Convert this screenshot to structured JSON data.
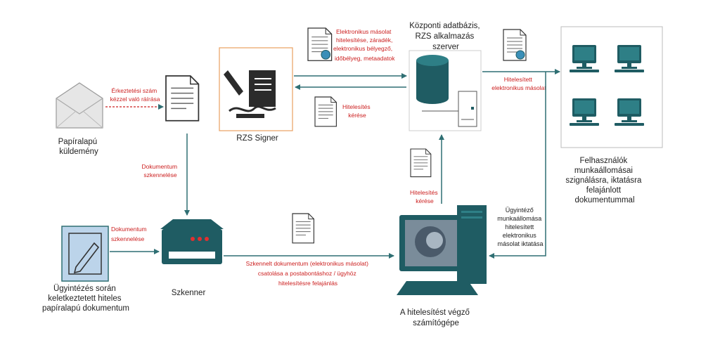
{
  "labels": {
    "paper_mail": [
      "Papíralapú",
      "küldemény"
    ],
    "rzs_signer": "RZS Signer",
    "central_db": [
      "Központi adatbázis,",
      "RZS alkalmazás",
      "szerver"
    ],
    "workstations": [
      "Felhasználók",
      "munkaállomásai",
      "szignálásra, iktatásra",
      "felajánlott",
      "dokumentummal"
    ],
    "paper_doc": [
      "Ügyintézés során",
      "keletkeztetett hiteles",
      "papíralapú dokumentum"
    ],
    "scanner": "Szkenner",
    "auth_computer": [
      "A hitelesítést végző",
      "számítógépe"
    ]
  },
  "annotations": {
    "arrival_stamp": [
      "Érkeztetési szám",
      "kézzel való ráírása"
    ],
    "scan_top": [
      "Dokumentum",
      "szkennelése"
    ],
    "scan_left": [
      "Dokumentum",
      "szkennelése"
    ],
    "to_server": [
      "Elektronikus másolat",
      "hitelesítése, záradék,",
      "elektronikus bélyegző,",
      "időbélyeg, metaadatok"
    ],
    "auth_request_signer": [
      "Hitelesítés",
      "kérése"
    ],
    "auth_request_pc": [
      "Hitelesítés",
      "kérése"
    ],
    "auth_copy": [
      "Hitelesített",
      "elektronikus másolat"
    ],
    "scanned_attach": [
      "Szkennelt dokumentum (elektronikus másolat)",
      "csatolása a postabontáshoz / ügyhöz",
      "hitelesítésre felajánlás"
    ],
    "clerk_ws": [
      "Ügyintéző",
      "munkaállomása",
      "hitelesített",
      "elektronikus",
      "másolat iktatása"
    ]
  },
  "colors": {
    "accent": "#1f5c63",
    "arrow": "#2f6f73",
    "red_text": "#cc2020",
    "orange_border": "#e8a060",
    "light_blue": "#bcd4ea"
  }
}
